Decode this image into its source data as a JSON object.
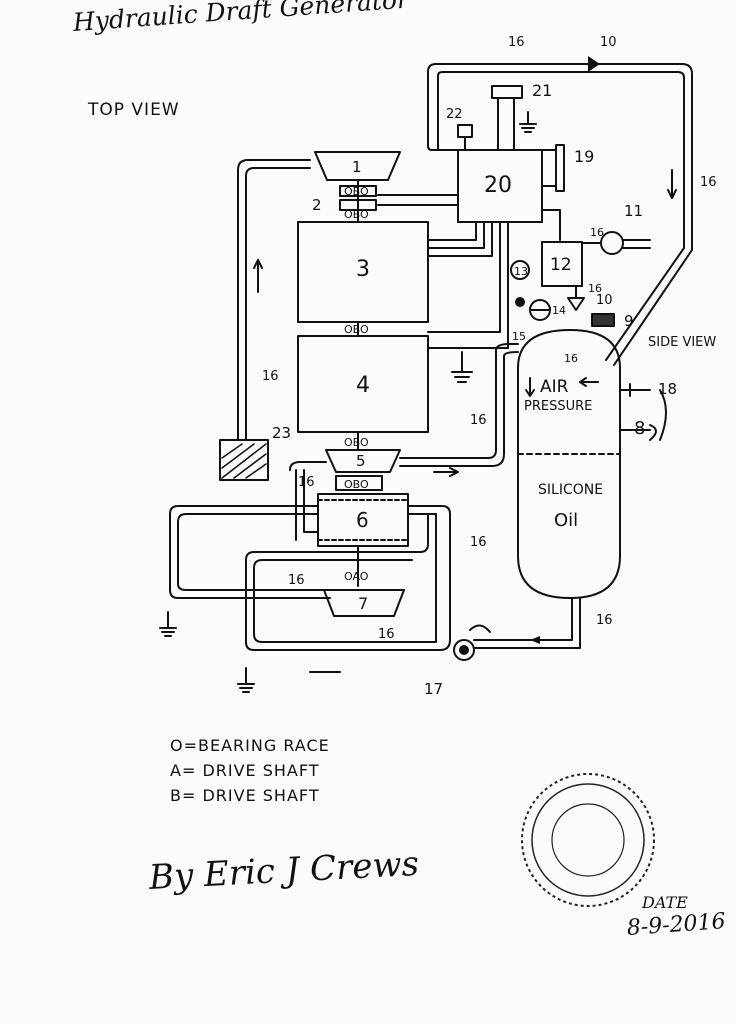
{
  "title": "Hydraulic Draft Generator",
  "view_label": "TOP VIEW",
  "side_view_label": "SIDE VIEW",
  "components": {
    "c1": "1",
    "c2": "2",
    "c3": "3",
    "c4": "4",
    "c5": "5",
    "c6": "6",
    "c7": "7",
    "c8": "8",
    "c9": "9",
    "c10": "10",
    "c11": "11",
    "c12": "12",
    "c13": "13",
    "c14": "14",
    "c15": "15",
    "c16": "16",
    "c17": "17",
    "c18": "18",
    "c19": "19",
    "c20": "20",
    "c21": "21",
    "c22": "22",
    "c23": "23"
  },
  "shaft_marks": {
    "obo": "OBO",
    "oao": "OAO"
  },
  "tank": {
    "air": "AIR",
    "pressure": "PRESSURE",
    "silicone": "SILICONE",
    "oil": "Oil"
  },
  "legend": [
    "O=BEARING RACE",
    "A= DRIVE SHAFT",
    "B= DRIVE SHAFT"
  ],
  "signature": "By Eric J Crews",
  "date_label": "DATE",
  "date_value": "8-9-2016"
}
